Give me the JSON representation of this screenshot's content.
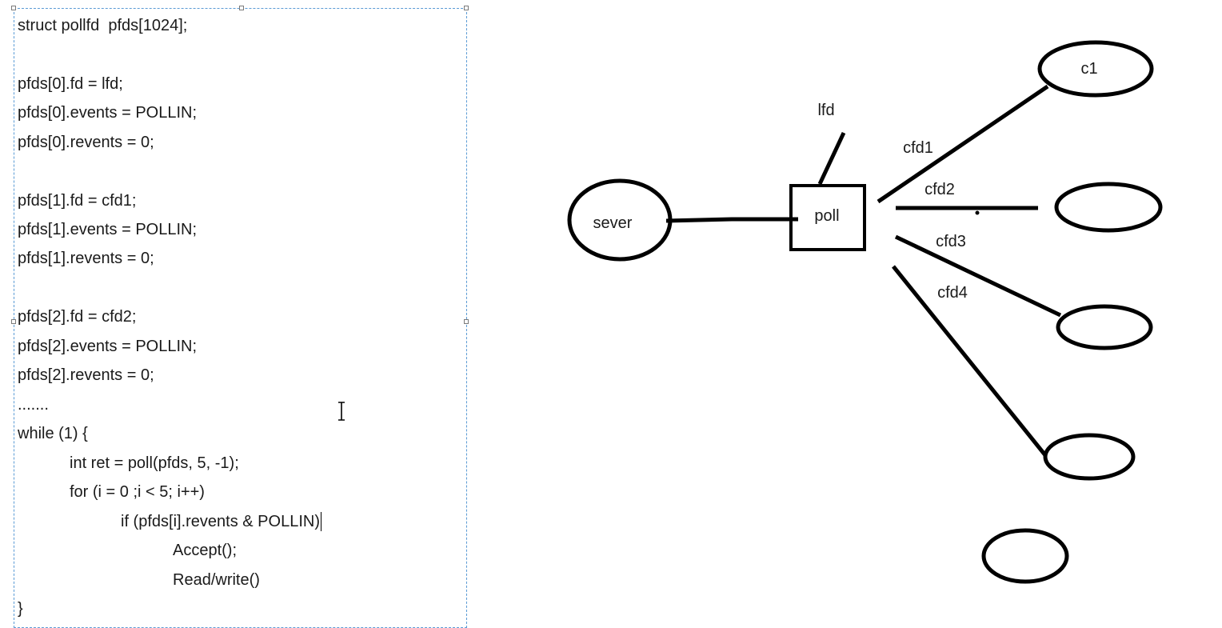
{
  "code": {
    "lines": [
      "struct pollfd  pfds[1024];",
      "",
      "pfds[0].fd = lfd;",
      "pfds[0].events = POLLIN;",
      "pfds[0].revents = 0;",
      "",
      "pfds[1].fd = cfd1;",
      "pfds[1].events = POLLIN;",
      "pfds[1].revents = 0;",
      "",
      "pfds[2].fd = cfd2;",
      "pfds[2].events = POLLIN;",
      "pfds[2].revents = 0;",
      ".......",
      "while (1) {",
      "int ret = poll(pfds, 5, -1);",
      "for (i = 0 ;i < 5; i++)",
      "if (pfds[i].revents & POLLIN)",
      "Accept();",
      "Read/write()",
      "}"
    ]
  },
  "diagram": {
    "server_label": "sever",
    "poll_label": "poll",
    "lfd_label": "lfd",
    "c1_label": "c1",
    "edge_labels": {
      "cfd1": "cfd1",
      "cfd2": "cfd2",
      "cfd3": "cfd3",
      "cfd4": "cfd4"
    }
  }
}
